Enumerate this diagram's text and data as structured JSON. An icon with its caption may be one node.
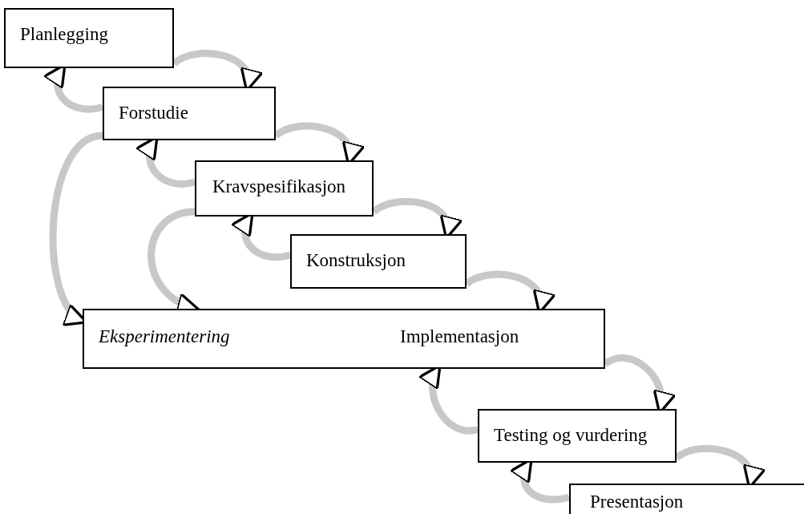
{
  "diagram": {
    "nodes": [
      {
        "text": [
          "Planlegging"
        ]
      },
      {
        "text": [
          "Forstudie"
        ]
      },
      {
        "text": [
          "Kravspesifikasjon"
        ]
      },
      {
        "text": [
          "Konstruksjon"
        ]
      },
      {
        "text": [
          "Eksperimentering",
          "Implementasjon"
        ]
      },
      {
        "text": [
          "Testing og vurdering"
        ]
      },
      {
        "text": [
          "Presentasjon"
        ]
      }
    ],
    "edges": [
      {
        "from": 0,
        "to": 1,
        "arrow": "to"
      },
      {
        "from": 1,
        "to": 0,
        "arrow": "to"
      },
      {
        "from": 1,
        "to": 2,
        "arrow": "to"
      },
      {
        "from": 2,
        "to": 1,
        "arrow": "to"
      },
      {
        "from": 2,
        "to": 3,
        "arrow": "to"
      },
      {
        "from": 3,
        "to": 2,
        "arrow": "to"
      },
      {
        "from": 3,
        "to": 4,
        "arrow": "to"
      },
      {
        "from": 1,
        "to": 4,
        "arrow": "to"
      },
      {
        "from": 2,
        "to": 4,
        "arrow": "to"
      },
      {
        "from": 4,
        "to": 5,
        "arrow": "to"
      },
      {
        "from": 5,
        "to": 4,
        "arrow": "to"
      },
      {
        "from": 5,
        "to": 6,
        "arrow": "to"
      },
      {
        "from": 6,
        "to": 5,
        "arrow": "to"
      }
    ]
  }
}
